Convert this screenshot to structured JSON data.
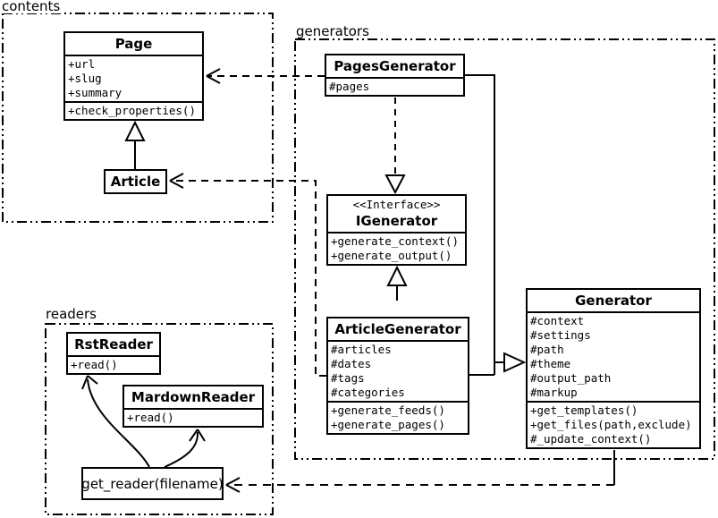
{
  "packages": {
    "contents": {
      "label": "contents"
    },
    "generators": {
      "label": "generators"
    },
    "readers": {
      "label": "readers"
    }
  },
  "classes": {
    "page": {
      "name": "Page",
      "attributes": [
        "+url",
        "+slug",
        "+summary"
      ],
      "methods": [
        "+check_properties()"
      ]
    },
    "article": {
      "name": "Article"
    },
    "pages_generator": {
      "name": "PagesGenerator",
      "attributes": [
        "#pages"
      ]
    },
    "igenerator": {
      "stereotype": "<<Interface>>",
      "name": "IGenerator",
      "methods": [
        "+generate_context()",
        "+generate_output()"
      ]
    },
    "article_generator": {
      "name": "ArticleGenerator",
      "attributes": [
        "#articles",
        "#dates",
        "#tags",
        "#categories"
      ],
      "methods": [
        "+generate_feeds()",
        "+generate_pages()"
      ]
    },
    "generator": {
      "name": "Generator",
      "attributes": [
        "#context",
        "#settings",
        "#path",
        "#theme",
        "#output_path",
        "#markup"
      ],
      "methods": [
        "+get_templates()",
        "+get_files(path,exclude)",
        "#_update_context()"
      ]
    },
    "rst_reader": {
      "name": "RstReader",
      "methods": [
        "+read()"
      ]
    },
    "mardown_reader": {
      "name": "MardownReader",
      "methods": [
        "+read()"
      ]
    },
    "get_reader": {
      "name": "get_reader(filename)"
    }
  },
  "colors": {
    "stroke": "#000000",
    "background": "#ffffff"
  }
}
